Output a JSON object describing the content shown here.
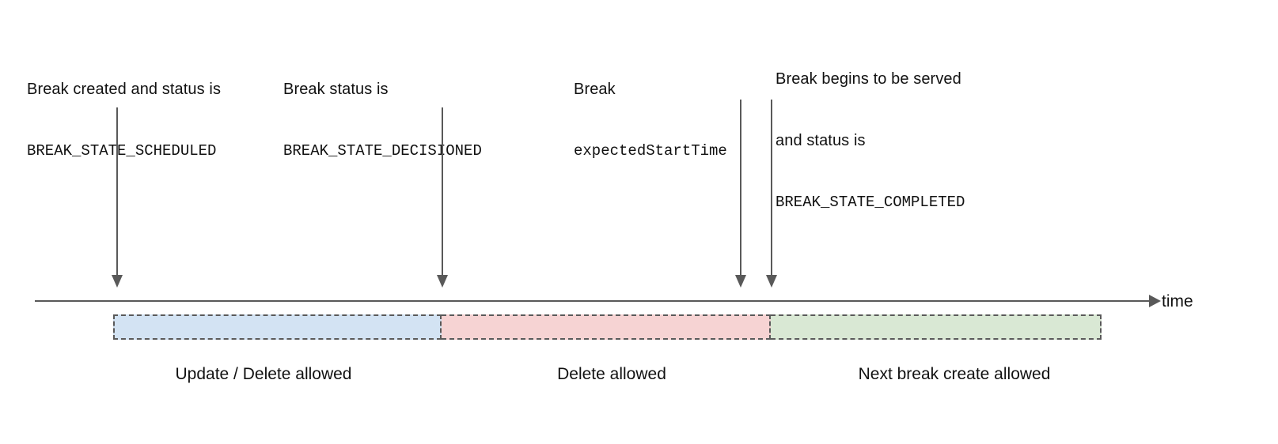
{
  "diagram": {
    "title_label": "time",
    "annotations": [
      {
        "id": "scheduled",
        "lines": [
          {
            "text": "Break created and status is",
            "mono": false
          },
          {
            "text": "BREAK_STATE_SCHEDULED",
            "mono": true
          }
        ]
      },
      {
        "id": "decisioned",
        "lines": [
          {
            "text": "Break status is",
            "mono": false
          },
          {
            "text": "BREAK_STATE_DECISIONED",
            "mono": true
          }
        ]
      },
      {
        "id": "expected-start-time",
        "lines": [
          {
            "text": "Break",
            "mono": false
          },
          {
            "text": "expectedStartTime",
            "mono": true
          }
        ]
      },
      {
        "id": "completed",
        "lines": [
          {
            "text": "Break begins to be served",
            "mono": false
          },
          {
            "text": "and status is",
            "mono": false
          },
          {
            "text": "BREAK_STATE_COMPLETED",
            "mono": true
          }
        ]
      }
    ],
    "segments": [
      {
        "id": "update-delete",
        "caption": "Update / Delete allowed",
        "color": "#d3e3f3"
      },
      {
        "id": "delete",
        "caption": "Delete allowed",
        "color": "#f6d3d3"
      },
      {
        "id": "next-break-create",
        "caption": "Next break create allowed",
        "color": "#d9e8d4"
      }
    ],
    "colors": {
      "axis": "#595959",
      "arrow": "#595959",
      "segment_border": "#5a5a5a",
      "text": "#111111",
      "background": "#ffffff"
    }
  }
}
